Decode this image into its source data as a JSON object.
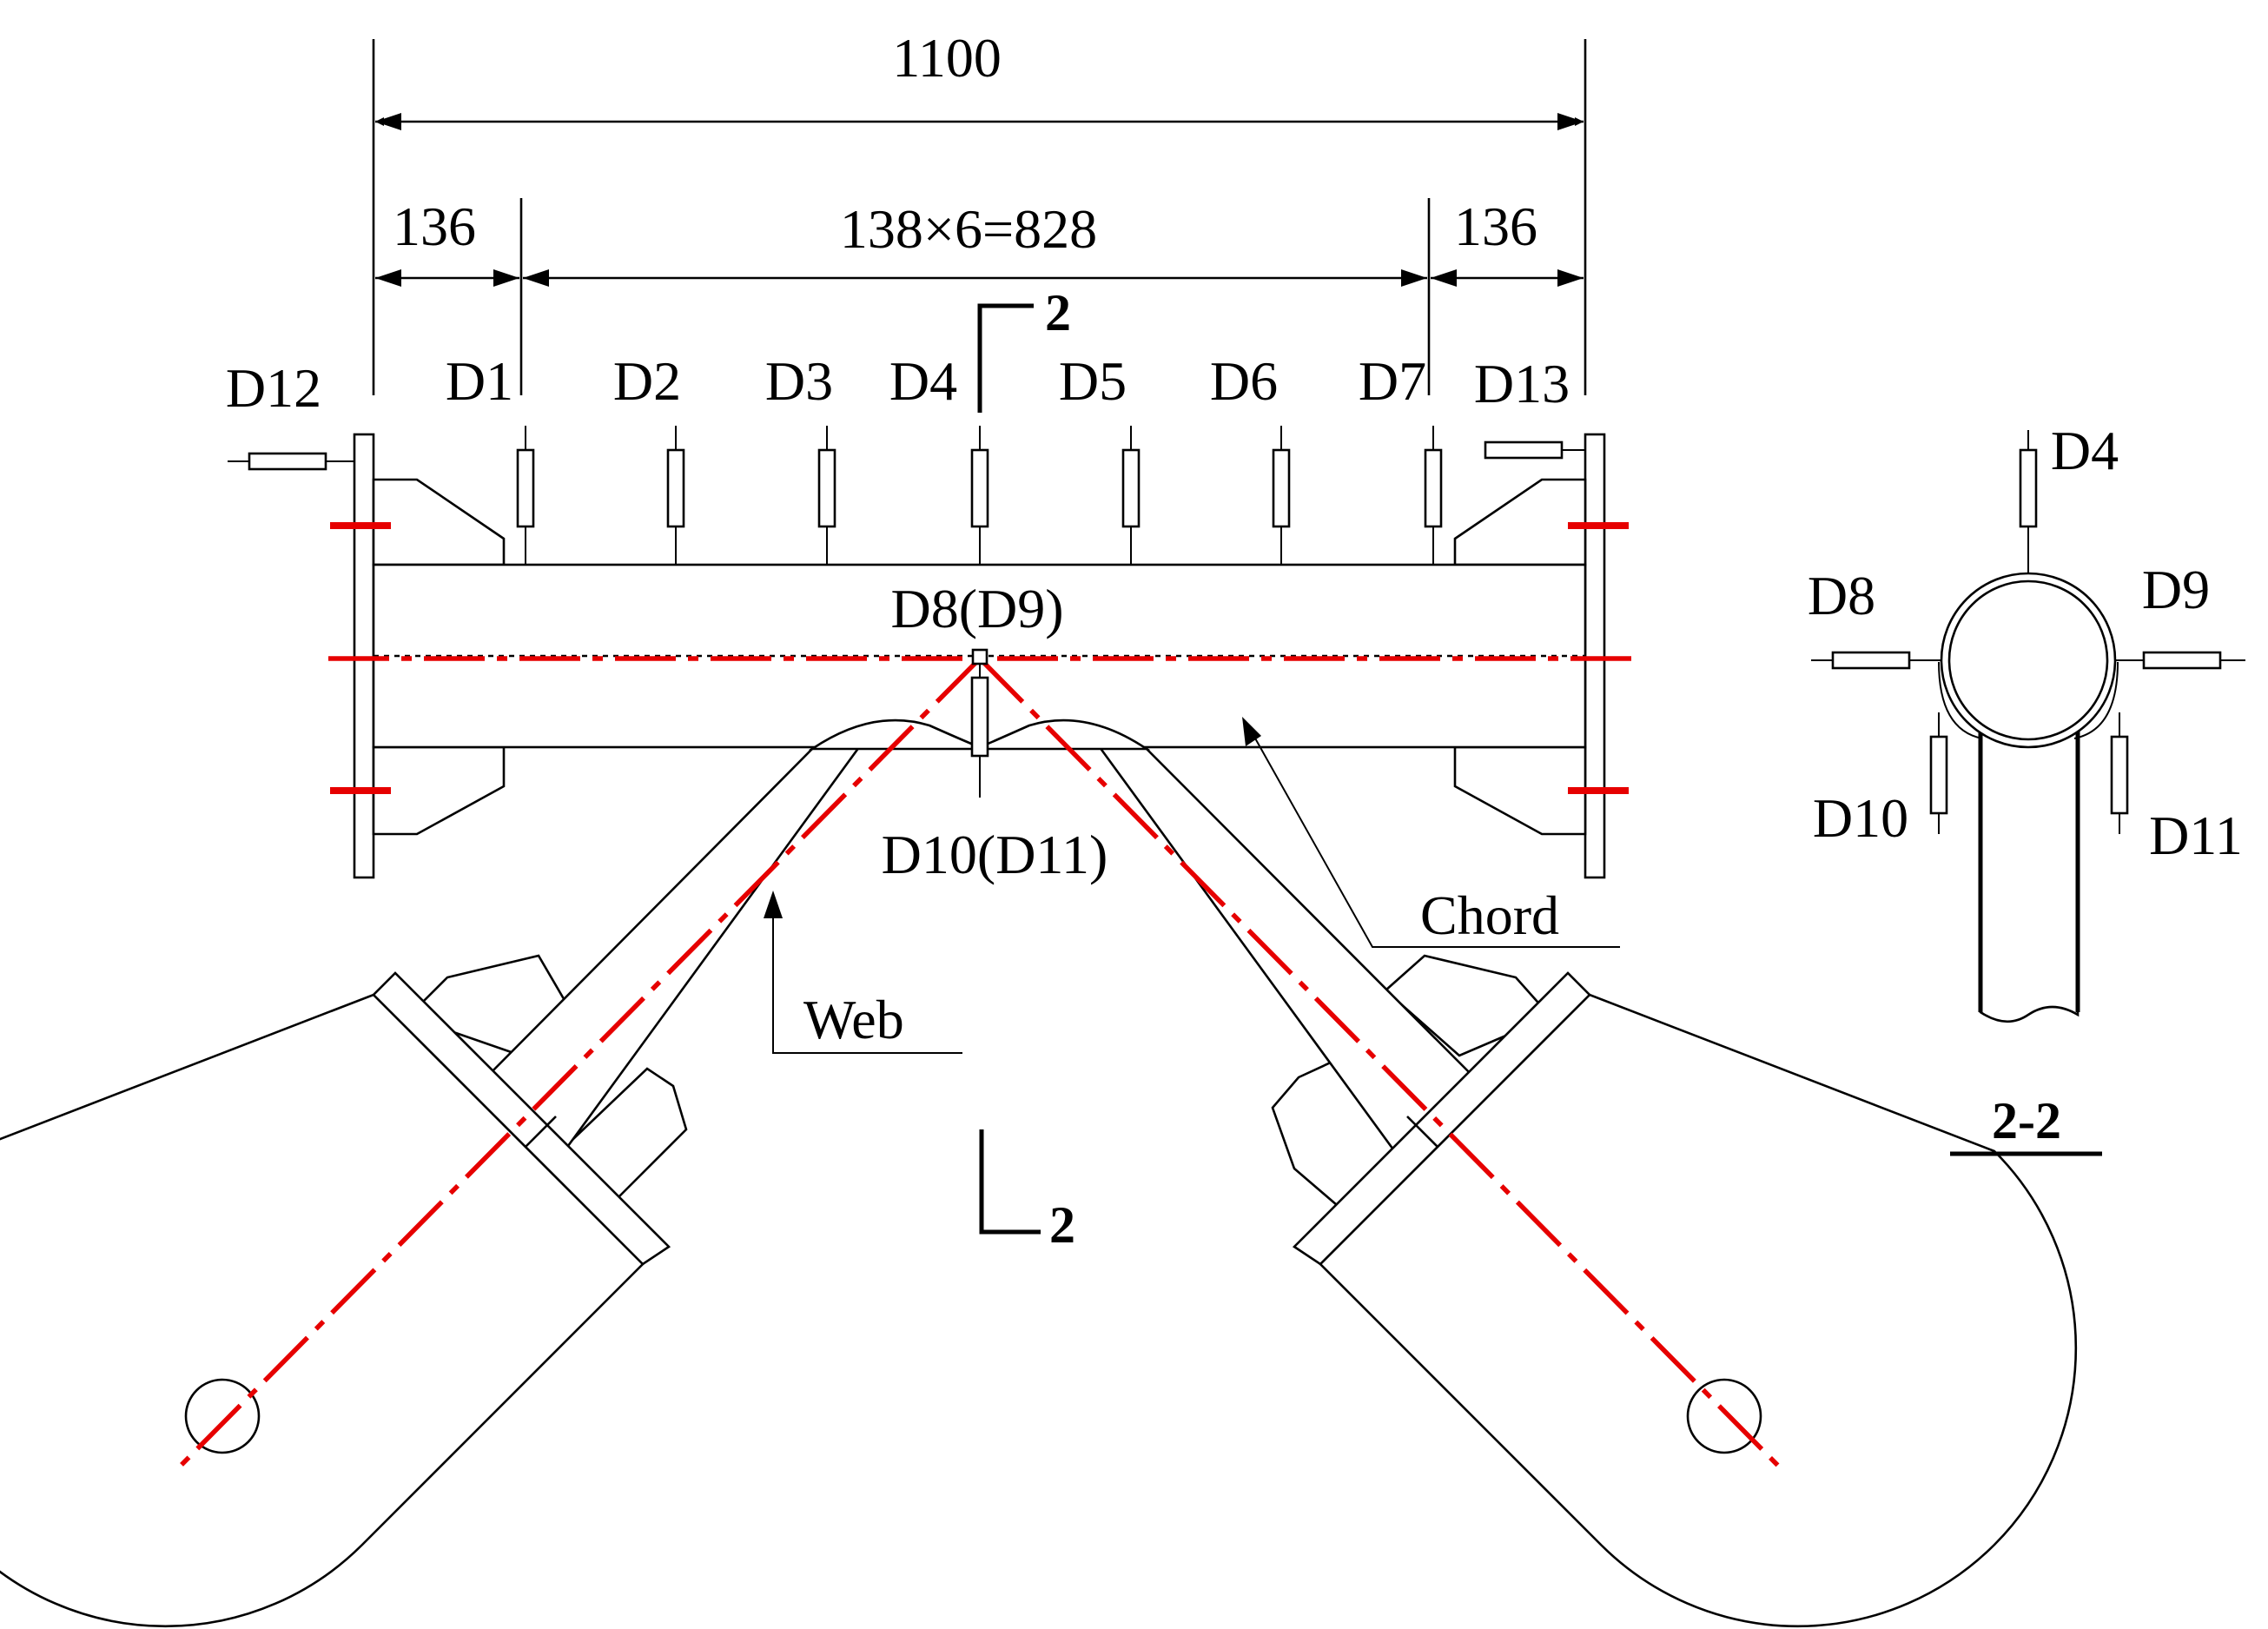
{
  "dimensions": {
    "overall": "1100",
    "left_end": "136",
    "middle": "138×6=828",
    "right_end": "136"
  },
  "gauges_top": [
    "D1",
    "D2",
    "D3",
    "D4",
    "D5",
    "D6",
    "D7"
  ],
  "gauge_d12": "D12",
  "gauge_d13": "D13",
  "gauge_d8_d9": "D8(D9)",
  "gauge_d10_d11": "D10(D11)",
  "labels": {
    "chord": "Chord",
    "web": "Web"
  },
  "section_marker": "2",
  "section_view": {
    "title": "2-2",
    "gauges": {
      "top": "D4",
      "left": "D8",
      "right": "D9",
      "lower_left": "D10",
      "lower_right": "D11"
    }
  },
  "colors": {
    "line": "#000000",
    "center_line": "#e60000"
  }
}
